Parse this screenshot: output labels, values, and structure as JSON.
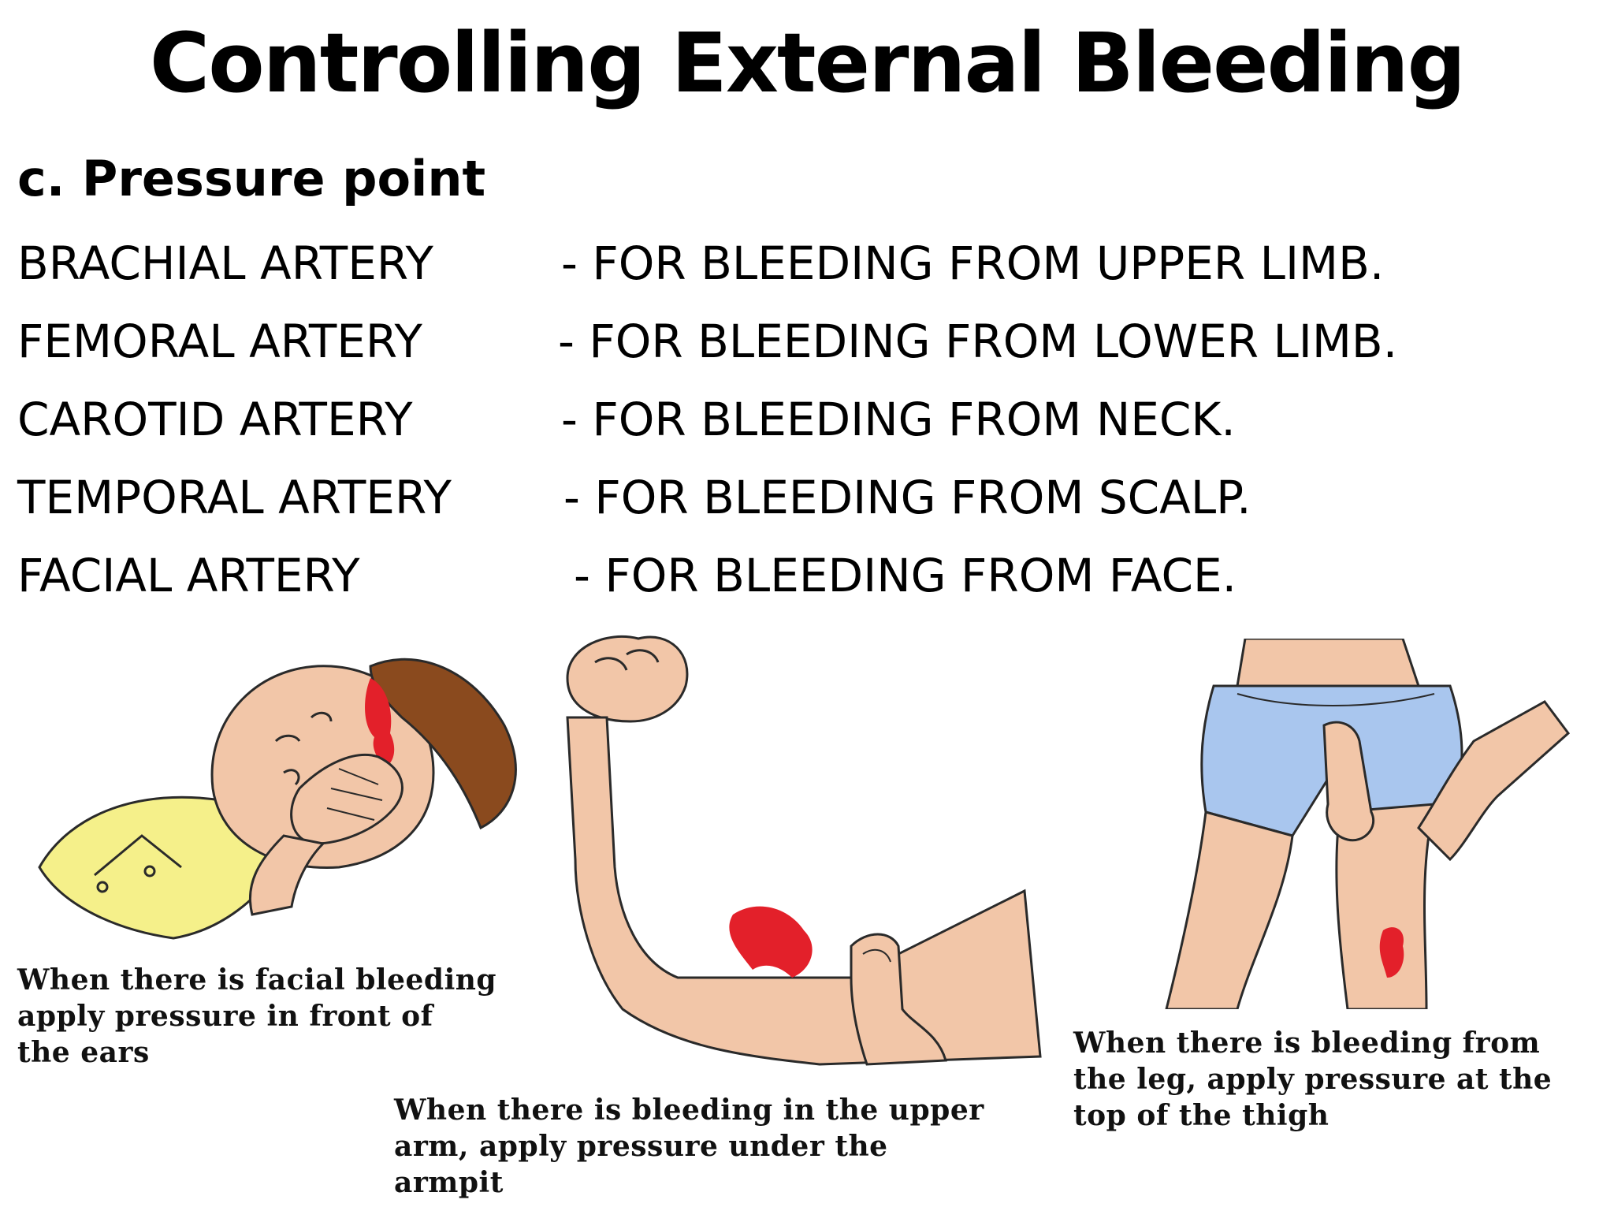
{
  "slide": {
    "title": "Controlling External Bleeding",
    "subtitle": "c. Pressure point"
  },
  "pressure_points": [
    {
      "artery": "BRACHIAL ARTERY",
      "purpose": "- FOR BLEEDING FROM UPPER LIMB."
    },
    {
      "artery": "FEMORAL ARTERY",
      "purpose": "- FOR BLEEDING FROM LOWER LIMB."
    },
    {
      "artery": "CAROTID ARTERY",
      "purpose": "- FOR BLEEDING FROM NECK."
    },
    {
      "artery": "TEMPORAL ARTERY",
      "purpose": "- FOR BLEEDING FROM SCALP."
    },
    {
      "artery": "FACIAL ARTERY",
      "purpose": "- FOR BLEEDING FROM FACE."
    }
  ],
  "illustrations": {
    "face": {
      "caption_lines": [
        "When there is facial bleeding",
        "apply pressure in front of",
        "the ears"
      ]
    },
    "arm": {
      "caption_lines": [
        "When there is bleeding in the upper",
        "arm, apply pressure under the",
        "armpit"
      ]
    },
    "leg": {
      "caption_lines": [
        "When there is bleeding from",
        "the leg, apply pressure at the",
        "top of the thigh"
      ]
    }
  },
  "colors": {
    "skin": "#f2c6a8",
    "hair": "#8a4a1e",
    "blood": "#e3202a",
    "shirt": "#f5f08a",
    "shorts": "#a9c6ee",
    "outline": "#2a2a2a"
  }
}
